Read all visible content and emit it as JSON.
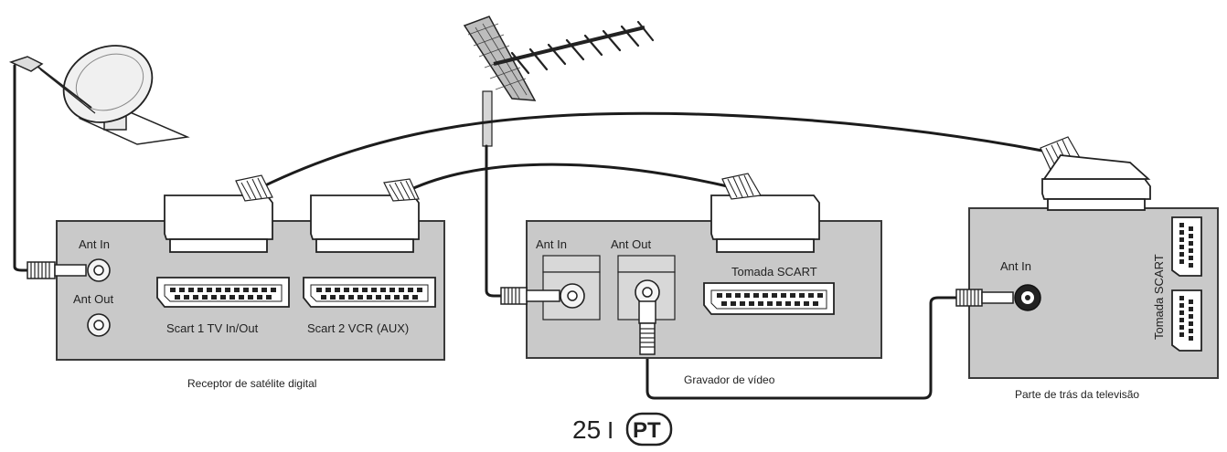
{
  "receiver": {
    "caption": "Receptor de satélite digital",
    "ant_in": "Ant In",
    "ant_out": "Ant Out",
    "scart1": "Scart 1 TV In/Out",
    "scart2": "Scart 2 VCR (AUX)"
  },
  "vcr": {
    "caption": "Gravador de vídeo",
    "ant_in": "Ant In",
    "ant_out": "Ant Out",
    "scart": "Tomada SCART"
  },
  "tv": {
    "caption": "Parte de trás da televisão",
    "ant_in": "Ant In",
    "scart": "Tomada SCART"
  },
  "footer": {
    "page_number": "25",
    "separator": "I",
    "language_badge": "PT"
  },
  "colors": {
    "panel": "#c9c9c9",
    "line": "#1c1c1c"
  }
}
